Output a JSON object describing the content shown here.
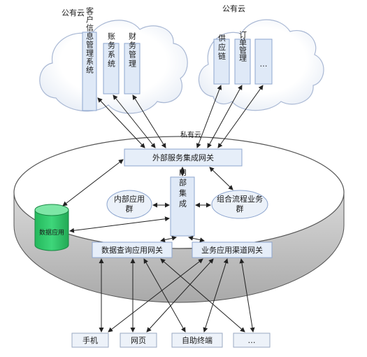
{
  "clouds": {
    "left": {
      "title": "公有云",
      "boxes": [
        "客户信息管理系统",
        "账务系统",
        "财务管理"
      ]
    },
    "right": {
      "title": "公有云",
      "boxes": [
        "供应链",
        "订单管理",
        "…"
      ]
    }
  },
  "private_cloud": {
    "title": "私有云",
    "external_gateway": "外部服务集成网关",
    "internal_integration": "内部集成",
    "internal_apps": "内部应用群",
    "process_group": "组合流程业务群",
    "data_app": "数据应用",
    "query_gateway": "数据查询应用网关",
    "channel_gateway": "业务应用渠道网关"
  },
  "terminals": [
    "手机",
    "网页",
    "自助终端",
    "…"
  ],
  "colors": {
    "box_fill": "#dfe9f7",
    "box_stroke": "#8ea6cf",
    "database": "#2fc76a",
    "cloud_fill": "#ffffff",
    "cloud_stroke": "#a9b8d4"
  }
}
